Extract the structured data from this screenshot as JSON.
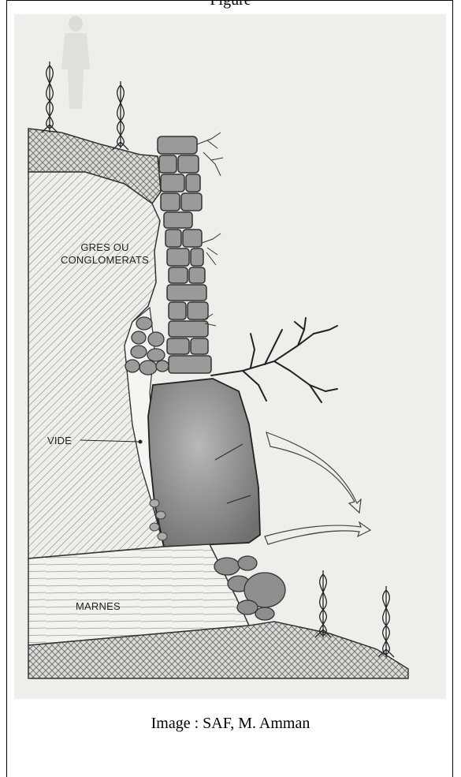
{
  "header": {
    "clipped_text": "Figure"
  },
  "figure": {
    "labels": {
      "sandstone_line1": "GRES OU",
      "sandstone_line2": "CONGLOMERATS",
      "void": "VIDE",
      "marl": "MARNES"
    },
    "colors": {
      "paper": "#efeeea",
      "ink": "#2a2a2a",
      "boulder": "#8a8a8a",
      "stone": "#9a9a9a"
    }
  },
  "caption": "Image : SAF, M. Amman"
}
